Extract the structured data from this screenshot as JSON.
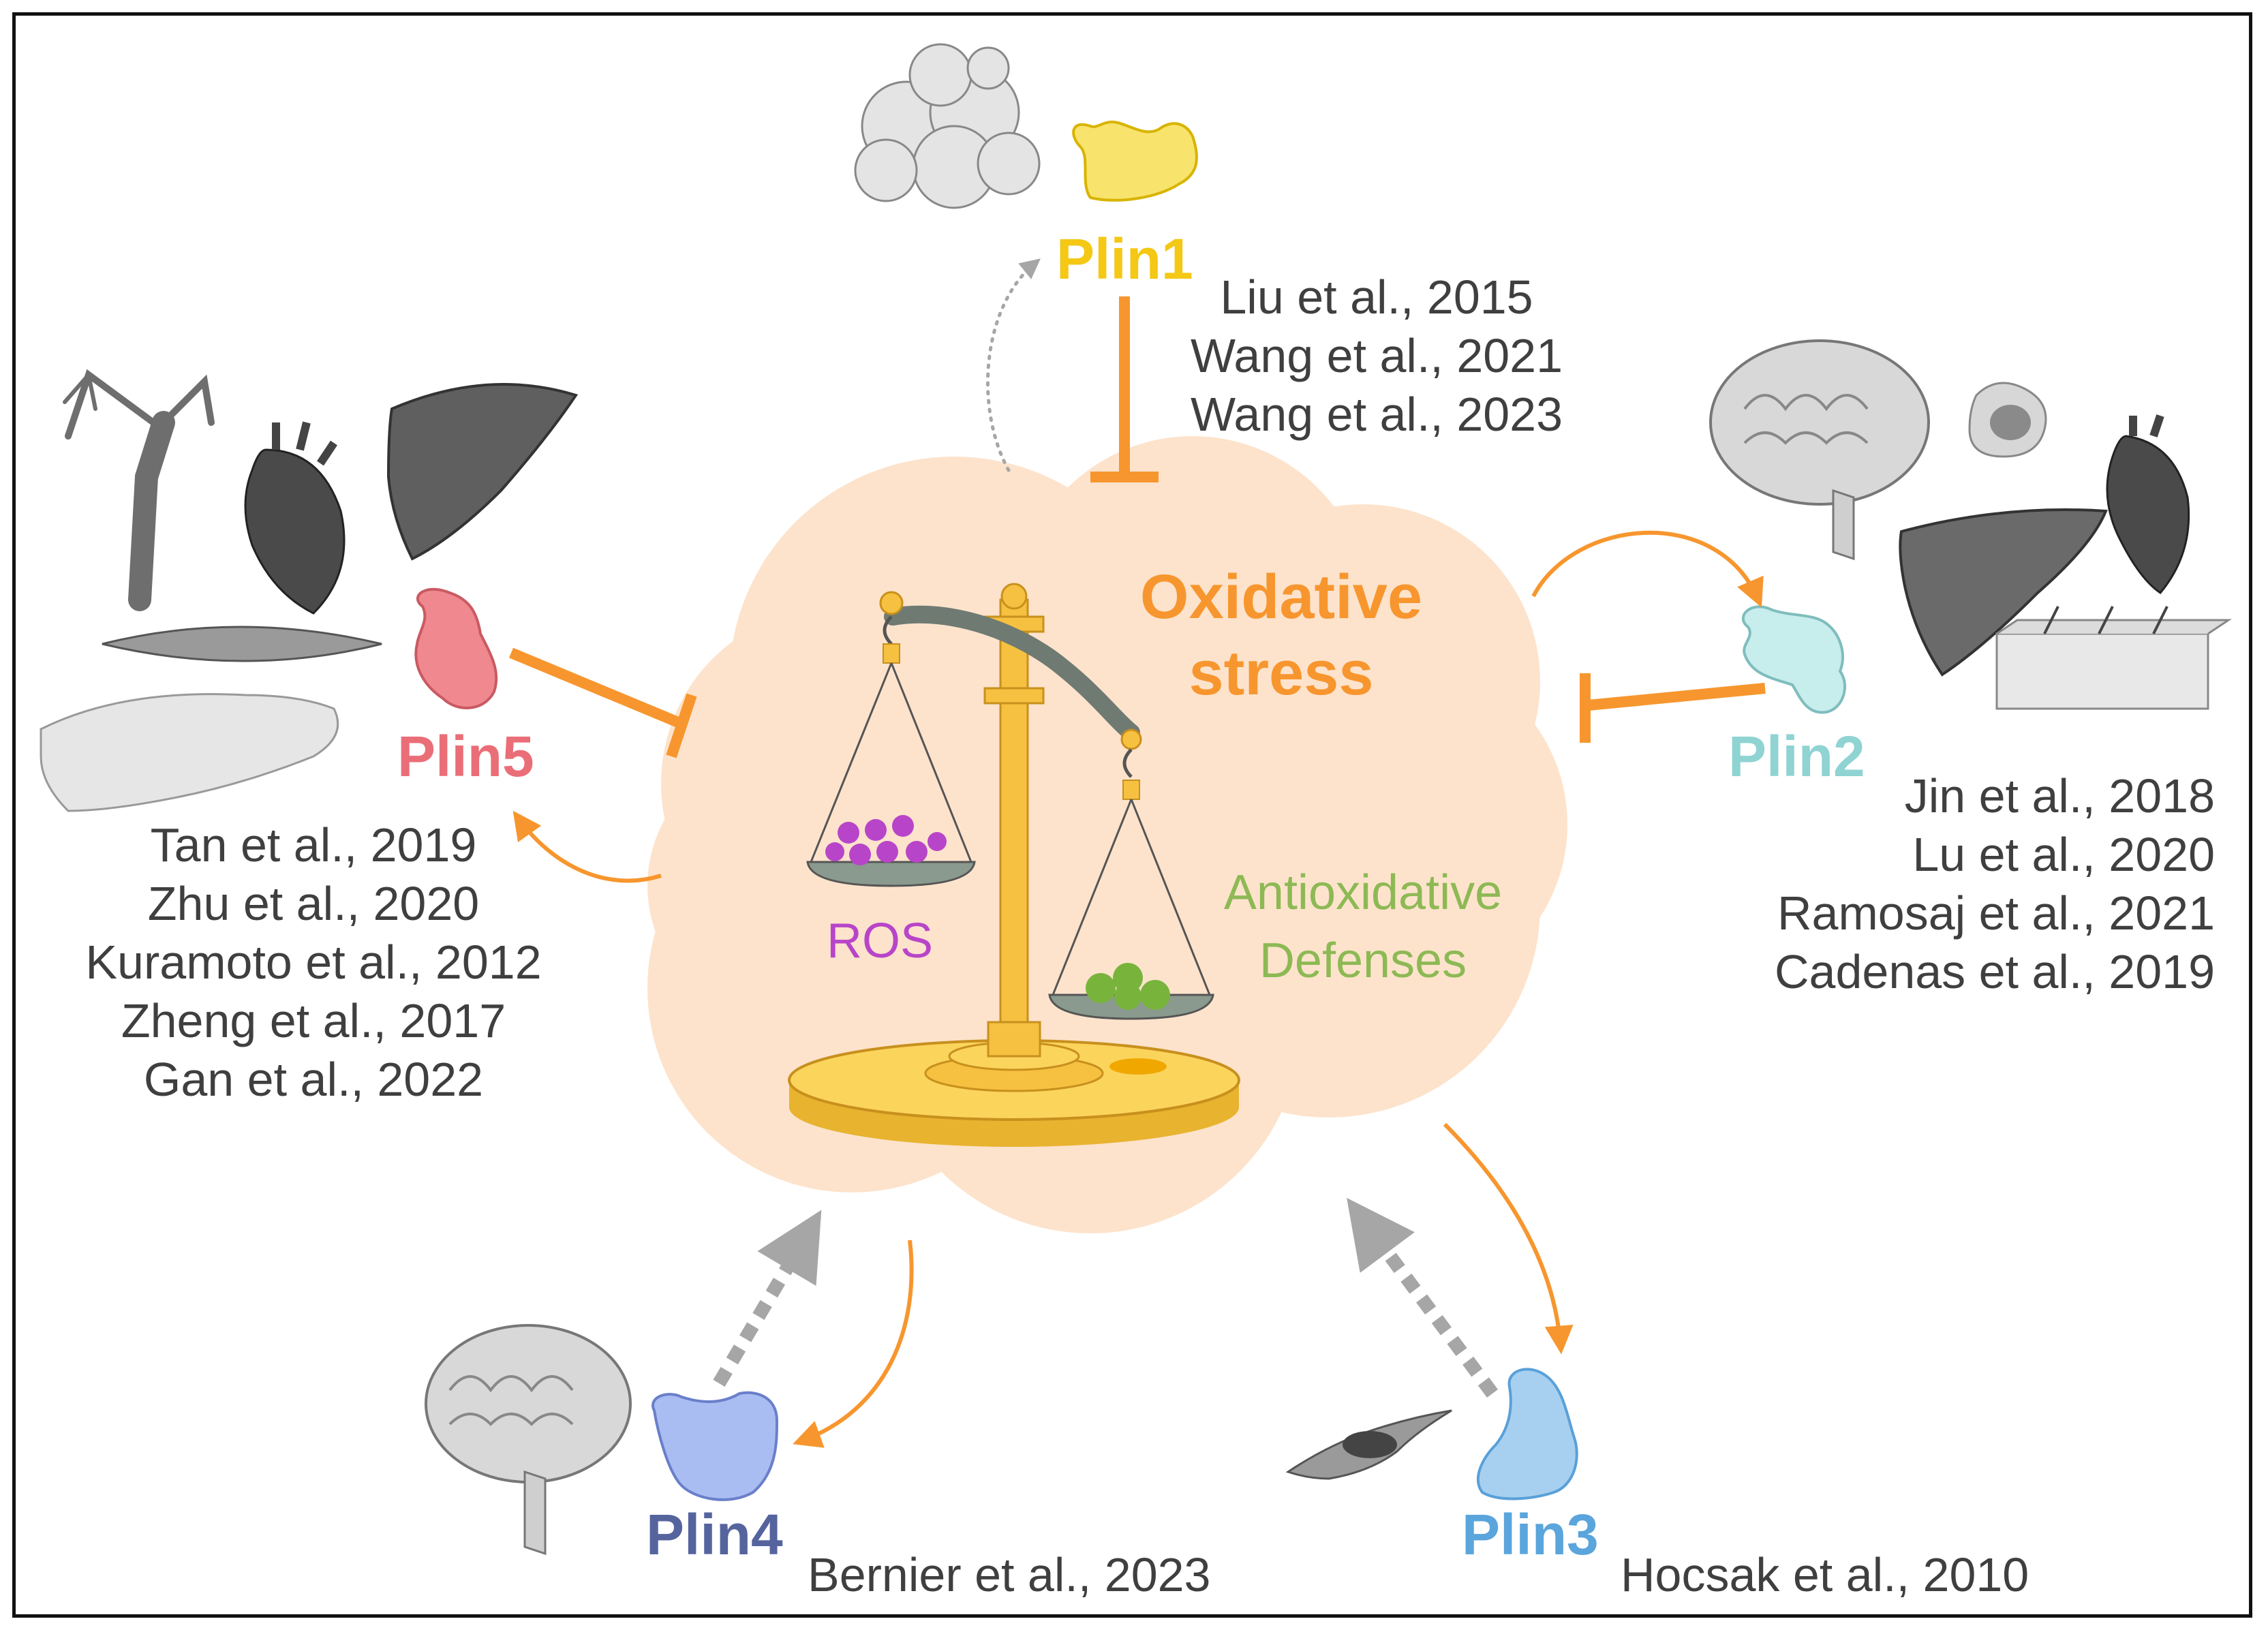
{
  "center": {
    "title_line1": "Oxidative",
    "title_line2": "stress",
    "ros_label": "ROS",
    "defense_line1": "Antioxidative",
    "defense_line2": "Defenses"
  },
  "colors": {
    "orange": "#f7962e",
    "cloud": "#fde3cc",
    "plin1": "#f4c814",
    "plin2": "#8fd3d3",
    "plin3": "#5aa5dc",
    "plin4": "#56649e",
    "plin5": "#ea6e77",
    "ros": "#b845c9",
    "defense": "#8db954",
    "dashed": "#a6a6a6"
  },
  "plin1": {
    "label": "Plin1",
    "refs": [
      "Liu et al., 2015",
      "Wang et al., 2021",
      "Wang et al., 2023"
    ]
  },
  "plin2": {
    "label": "Plin2",
    "refs": [
      "Jin et al., 2018",
      "Lu et al., 2020",
      "Ramosaj et al., 2021",
      "Cadenas et al., 2019"
    ]
  },
  "plin3": {
    "label": "Plin3",
    "refs": [
      "Hocsak et al., 2010"
    ]
  },
  "plin4": {
    "label": "Plin4",
    "refs": [
      "Bernier et al., 2023"
    ]
  },
  "plin5": {
    "label": "Plin5",
    "refs": [
      "Tan et al., 2019",
      "Zhu et al., 2020",
      "Kuramoto et al., 2012",
      "Zheng et al., 2017",
      "Gan et al., 2022"
    ]
  },
  "icons": [
    "adipose-tissue-icon",
    "brain-icon",
    "heart-icon",
    "liver-icon",
    "muscle-icon",
    "pancreas-icon",
    "blood-vessel-icon",
    "macrophage-icon",
    "skin-icon",
    "fibroblast-icon",
    "scale-icon"
  ]
}
